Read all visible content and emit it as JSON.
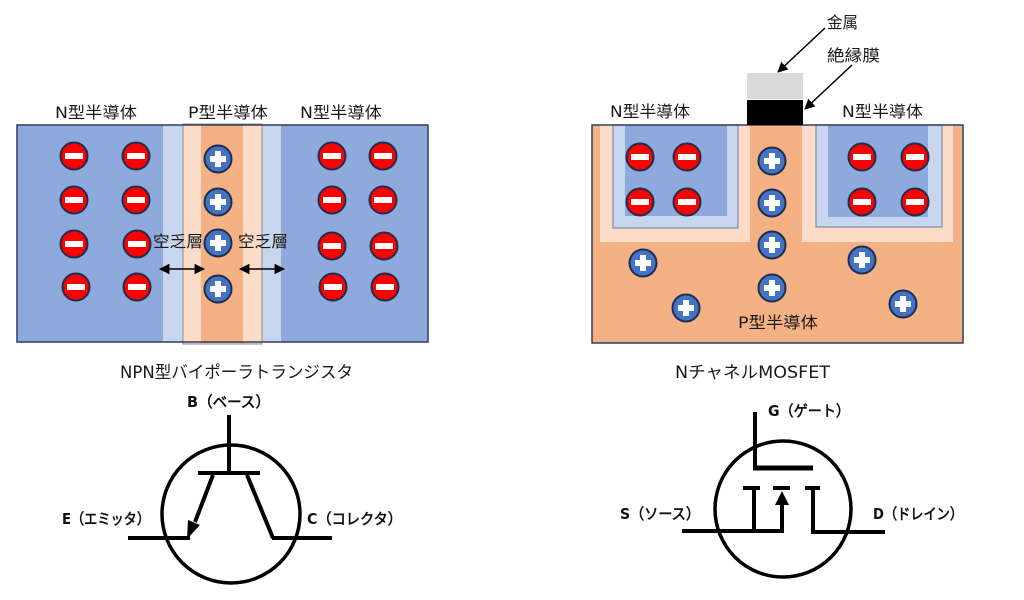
{
  "npn_diagram": {
    "region_labels": {
      "n_left": "N型半導体",
      "p_center": "P型半導体",
      "n_right": "N型半導体"
    },
    "depletion_labels": [
      "空乏層",
      "空乏層"
    ],
    "title": "NPN型バイポーラトランジスタ",
    "electron_count": 16,
    "hole_count": 4
  },
  "mosfet_diagram": {
    "region_labels": {
      "n_source": "N型半導体",
      "n_drain": "N型半導体",
      "p_substrate": "P型半導体"
    },
    "callouts": {
      "metal": "金属",
      "insulator": "絶縁膜"
    },
    "title": "NチャネルMOSFET",
    "electron_count": 8,
    "hole_count": 8
  },
  "npn_symbol": {
    "base": "B（ベース）",
    "emitter": "E（エミッタ）",
    "collector": "C（コレクタ）"
  },
  "mosfet_symbol": {
    "gate": "G（ゲート）",
    "source": "S（ソース）",
    "drain": "D（ドレイン）"
  },
  "charges": {
    "negative": {
      "icon": "electron-minus-icon",
      "symbol": "−"
    },
    "positive": {
      "icon": "hole-plus-icon",
      "symbol": "+"
    }
  },
  "colors": {
    "n_region": "#8EA9DB",
    "n_depletion": "#C8D5EE",
    "p_region": "#F4B183",
    "p_depletion": "#FBDCC8",
    "electron": "#FF0000",
    "hole": "#4472C4",
    "charge_outline": "#1F2E4F",
    "metal": "#D9D9D9",
    "insulator": "#000000",
    "border": "#2F3E5C"
  }
}
